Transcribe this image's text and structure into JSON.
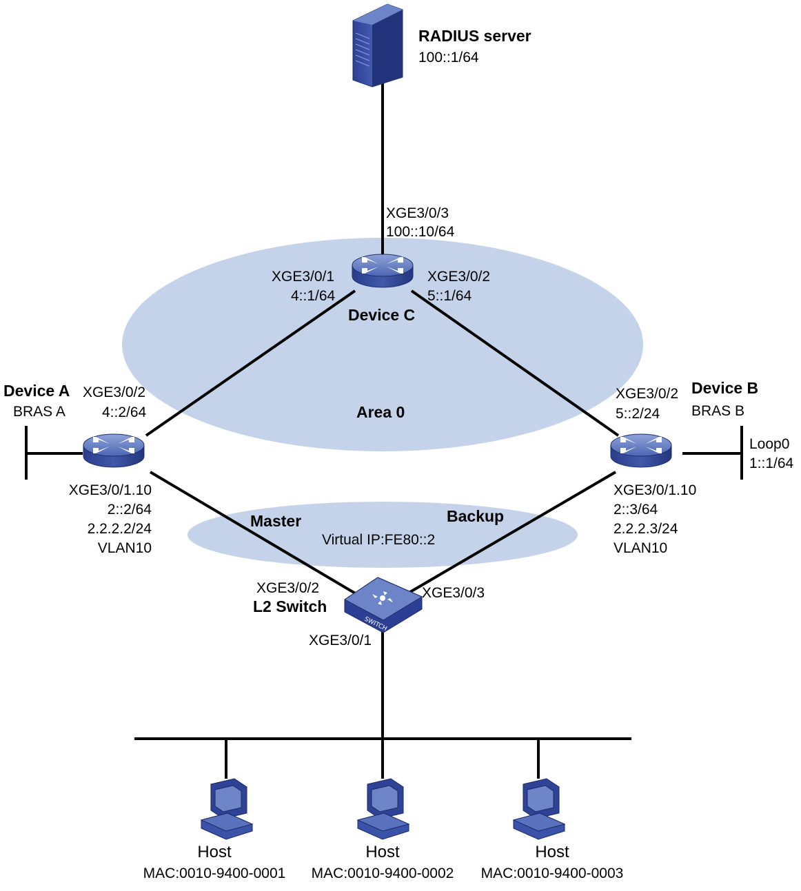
{
  "radius": {
    "name": "RADIUS server",
    "ip": "100::1/64"
  },
  "device_c": {
    "name": "Device C",
    "port_up": "XGE3/0/3",
    "port_up_ip": "100::10/64",
    "port_left": "XGE3/0/1",
    "port_left_ip": "4::1/64",
    "port_right": "XGE3/0/2",
    "port_right_ip": "5::1/64"
  },
  "area": {
    "label": "Area 0"
  },
  "device_a": {
    "name": "Device A",
    "role": "BRAS A",
    "port_up": "XGE3/0/2",
    "port_up_ip": "4::2/64",
    "port_down": "XGE3/0/1.10",
    "ip6": "2::2/64",
    "ip4": "2.2.2.2/24",
    "vlan": "VLAN10"
  },
  "device_b": {
    "name": "Device B",
    "role": "BRAS B",
    "port_up": "XGE3/0/2",
    "port_up_ip": "5::2/24",
    "port_down": "XGE3/0/1.10",
    "ip6": "2::3/64",
    "ip4": "2.2.2.3/24",
    "vlan": "VLAN10",
    "loop_name": "Loop0",
    "loop_ip": "1::1/64"
  },
  "vrrp": {
    "master": "Master",
    "backup": "Backup",
    "virtual_ip": "Virtual IP:FE80::2"
  },
  "switch": {
    "name": "L2 Switch",
    "badge": "SWITCH",
    "port_left": "XGE3/0/2",
    "port_right": "XGE3/0/3",
    "port_down": "XGE3/0/1"
  },
  "hosts": [
    {
      "label": "Host",
      "mac": "MAC:0010-9400-0001"
    },
    {
      "label": "Host",
      "mac": "MAC:0010-9400-0002"
    },
    {
      "label": "Host",
      "mac": "MAC:0010-9400-0003"
    }
  ],
  "colors": {
    "area_fill": "#c5d3ea",
    "device_blue": "#3f55a8",
    "device_top": "#6c85c6",
    "line": "#000000"
  }
}
